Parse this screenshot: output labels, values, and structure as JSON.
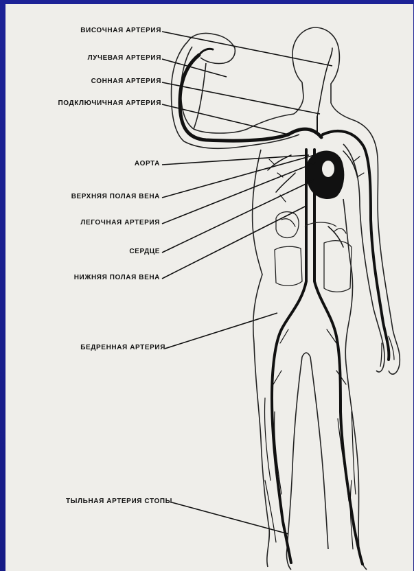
{
  "labels": {
    "temporal_artery": "ВИСОЧНАЯ АРТЕРИЯ",
    "radial_artery": "ЛУЧЕВАЯ АРТЕРИЯ",
    "carotid_artery": "СОННАЯ АРТЕРИЯ",
    "subclavian_artery": "ПОДКЛЮЧИЧНАЯ АРТЕРИЯ",
    "aorta": "АОРТА",
    "superior_vena_cava": "ВЕРХНЯЯ ПОЛАЯ ВЕНА",
    "pulmonary_artery": "ЛЕГОЧНАЯ АРТЕРИЯ",
    "heart": "СЕРДЦЕ",
    "inferior_vena_cava": "НИЖНЯЯ ПОЛАЯ ВЕНА",
    "femoral_artery": "БЕДРЕННАЯ АРТЕРИЯ",
    "dorsal_foot_artery": "ТЫЛЬНАЯ АРТЕРИЯ СТОПЫ"
  },
  "colors": {
    "slide_background": "#1c2296",
    "plate_background": "#efeeea",
    "ink": "#111111"
  }
}
